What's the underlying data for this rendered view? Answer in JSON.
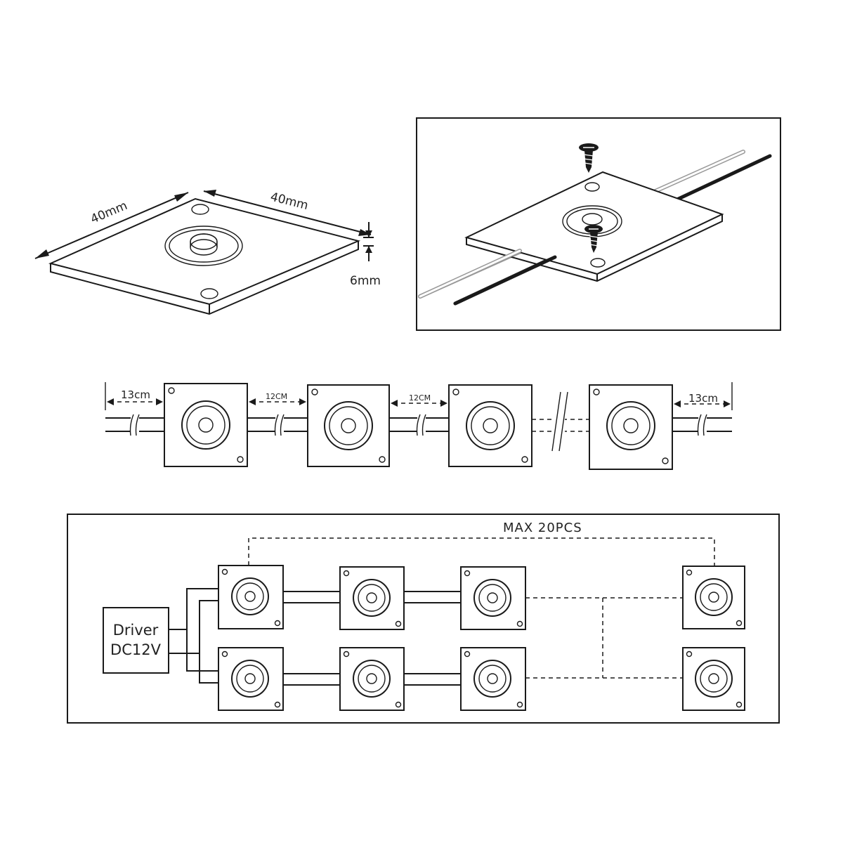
{
  "dimensions": {
    "width_label": "40mm",
    "depth_label": "40mm",
    "height_label": "6mm"
  },
  "spacing": {
    "left_lead": "13cm",
    "gap_1": "12CM",
    "gap_2": "12CM",
    "right_lead": "13cm"
  },
  "wiring": {
    "max_label": "MAX 20PCS",
    "driver_line1": "Driver",
    "driver_line2": "DC12V"
  },
  "colors": {
    "line": "#1a1a1a",
    "background": "#ffffff"
  }
}
